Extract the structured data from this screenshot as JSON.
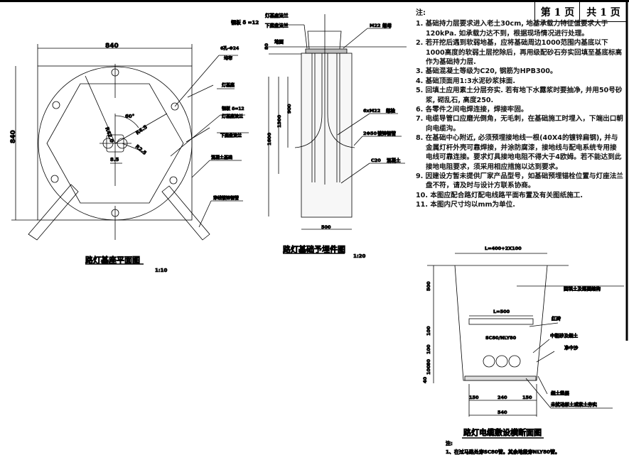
{
  "page": {
    "current": "第 1 页",
    "total": "共 1 页"
  },
  "notes": {
    "title": "注:",
    "items": [
      "1. 基础持力层要求进入老土30cm, 地基承载力特征值要求大于120kPa. 如承载力达不到，根据现场情况进行处理。",
      "2. 若开挖后遇到软弱地基，应将基础周边1000范围内基底以下1000高度的软弱土层挖除后，再用级配砂石夯实回填至基底标高作为基础持力层.",
      "3. 基础混凝土等级为C20, 钢筋为HPB300。",
      "4. 基础顶面用1:3水泥砂浆抹面.",
      "5. 回填土应用素土分层夯实. 若有地下水露浆时要抽净, 并用50号砂浆, 砌乱石, 高度250.",
      "6. 各零件之间电焊连接，焊接牢固。",
      "7. 电缆导管口应磨光倒角，无毛刺，在基础施工时埋入，下端出口朝向电缆沟。",
      "8. 在基础中心附近, 必须预埋接地线一根(40X4的镀锌扁钢), 并与金属灯杆外壳可靠焊接，并涂防腐漆，接地线与配电系统专用接电线可靠连接。要求灯具接地电阻不得大于4欧姆。若不能达到此接地电阻要求，须采用相应措施以达到要求。",
      "9. 因建设方暂未提供厂家产品型号，如基础预埋锚栓位置与灯座法兰盘不符，请及时与设计方联系协商。",
      "10. 本图应配合路灯配电线路平面布置及有关图纸施工.",
      "11. 本图内尺寸均以mm为单位."
    ]
  },
  "plan": {
    "title": "路灯基座平面图",
    "scale": "1:10",
    "dim_width": "840",
    "dim_height": "840",
    "angle": "60°",
    "r1": "R42.0",
    "r2": "R4.5",
    "r3": "R2.5",
    "slot": "8.5",
    "labels": [
      "钢板 δ =12",
      "6孔-Φ24",
      "均布",
      "灯基座",
      "钢板 δ=12",
      "灯基座法兰",
      "下底盘法兰",
      "混凝土基础",
      "穿线镀锌钢管"
    ]
  },
  "section": {
    "title": "路灯基础予埋件图",
    "scale": "1:20",
    "labels": [
      "灯基座法兰",
      "下底盘法兰",
      "M22",
      "螺母",
      "地面",
      "6xM22",
      "螺栓",
      "2Φ50",
      "镀锌钢管",
      "C20",
      "混凝土"
    ],
    "dims": [
      "80",
      "900",
      "1300",
      "1600",
      "500"
    ]
  },
  "cable": {
    "title": "路灯电缆敷设横断面图",
    "top_width": "L=400+2X100",
    "brick_len": "L=500",
    "pipe": "SC80/NLY80",
    "labels": [
      "回填土及路面结构",
      "红砖",
      "中粗砂及细土",
      "净中沙",
      "细土垫层",
      "未扰动原土或素土夯实"
    ],
    "vdims": [
      "500",
      "100",
      "100",
      "80",
      "100",
      "40"
    ],
    "hdims": [
      "150",
      "240",
      "150",
      "540"
    ],
    "note_title": "注:",
    "note": "1、在过马路处穿SC80管。其余地段穿NLY80管。"
  }
}
